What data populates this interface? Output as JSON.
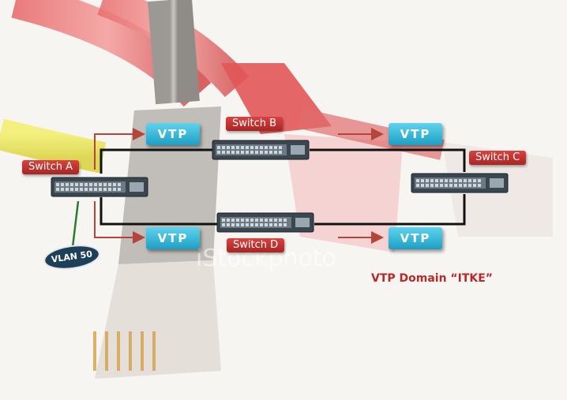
{
  "switches": {
    "a": "Switch A",
    "b": "Switch B",
    "c": "Switch C",
    "d": "Switch D"
  },
  "vtp_label": "VTP",
  "vlan_badge": "VLAN 50",
  "domain_caption": "VTP Domain “ITKE”",
  "watermark": "iStockphoto",
  "colors": {
    "switch_label": "#b92d2b",
    "vtp_box": "#2fb3d9",
    "arrow": "#b5443a",
    "link": "#111111",
    "vlan_badge": "#1d3f57",
    "caption": "#b72a2a"
  }
}
